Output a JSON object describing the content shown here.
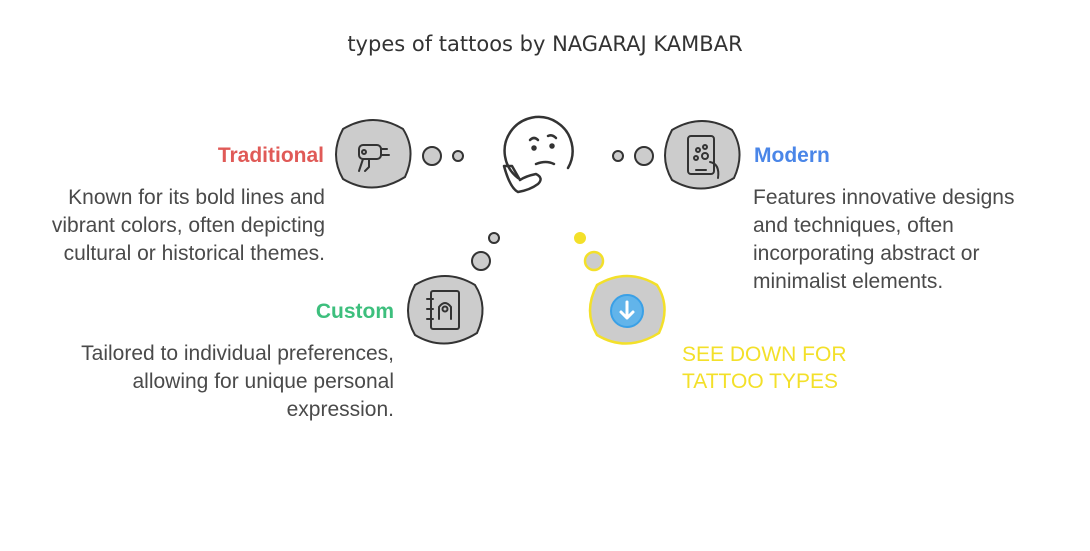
{
  "title": "types of tattoos by NAGARAJ KAMBAR",
  "colors": {
    "traditional": "#e05a57",
    "modern": "#4a86e8",
    "custom": "#3dbf7d",
    "see_down": "#f3e02a",
    "cloud_fill": "#cccccc",
    "cloud_stroke": "#333333",
    "text": "#4a4a4a"
  },
  "nodes": {
    "traditional": {
      "heading": "Traditional",
      "description": "Known for its bold lines and vibrant colors, often depicting cultural or historical themes.",
      "icon": "tattoo-gun-icon"
    },
    "modern": {
      "heading": "Modern",
      "description": "Features innovative designs and techniques, often incorporating abstract or minimalist elements.",
      "icon": "tablet-design-icon"
    },
    "custom": {
      "heading": "Custom",
      "description": "Tailored to individual preferences, allowing for unique personal expression.",
      "icon": "sketchbook-icon"
    },
    "see_down": {
      "label": "SEE DOWN  FOR TATTOO TYPES",
      "icon": "arrow-down-circle-icon"
    }
  },
  "center_icon": "thinking-face-icon"
}
